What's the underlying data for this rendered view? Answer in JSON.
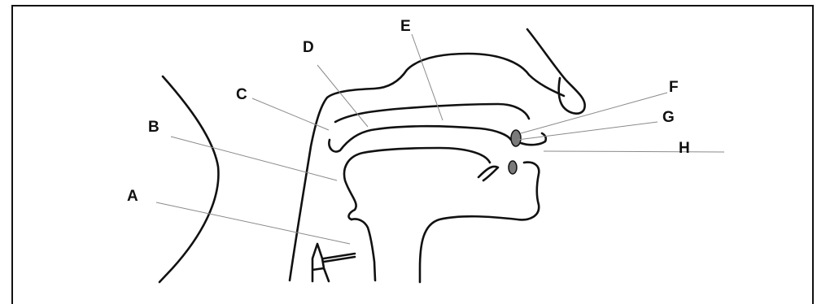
{
  "labels": {
    "A": "A",
    "B": "B",
    "C": "C",
    "D": "D",
    "E": "E",
    "F": "F",
    "G": "G",
    "H": "H"
  },
  "colors": {
    "ink": "#111111",
    "leader_line": "#8a8a8a",
    "marker_fill": "#7a7a7a"
  }
}
